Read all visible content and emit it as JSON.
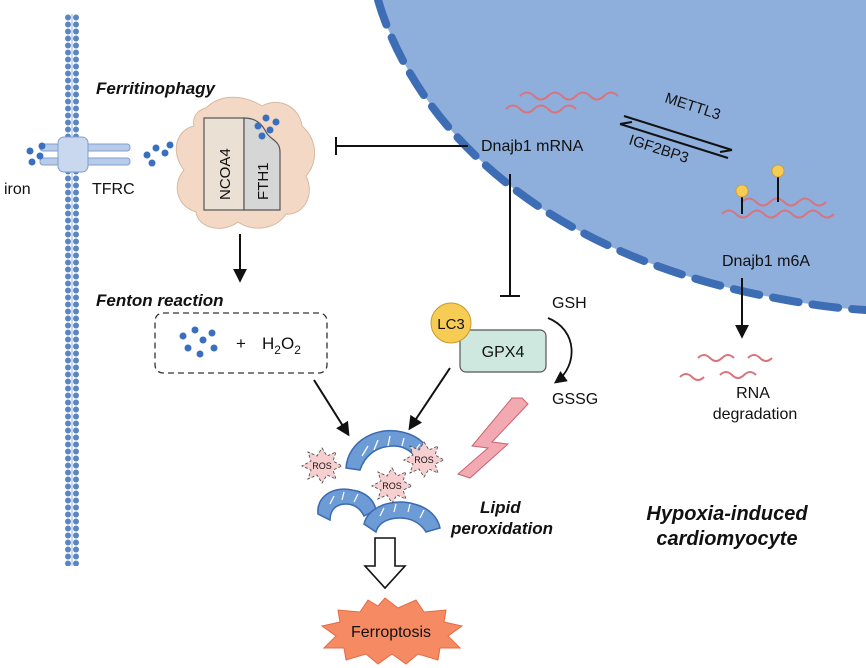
{
  "labels": {
    "ferritinophagy": "Ferritinophagy",
    "ncoa4": "NCOA4",
    "fth1": "FTH1",
    "iron": "iron",
    "tfrc": "TFRC",
    "fenton": "Fenton reaction",
    "plus": "+",
    "h2o2_h": "H",
    "h2o2_2a": "2",
    "h2o2_o": "O",
    "h2o2_2b": "2",
    "dnajb1_mrna": "Dnajb1 mRNA",
    "mettl3": "METTL3",
    "igf2bp3": "IGF2BP3",
    "dnajb1_m6a": "Dnajb1 m6A",
    "rna": "RNA",
    "degradation": "degradation",
    "lc3": "LC3",
    "gpx4": "GPX4",
    "gsh": "GSH",
    "gssg": "GSSG",
    "ros": "ROS",
    "lipid": "Lipid",
    "peroxidation": "peroxidation",
    "hypoxia_l1": "Hypoxia-induced",
    "hypoxia_l2": "cardiomyocyte",
    "ferroptosis": "Ferroptosis"
  },
  "colors": {
    "nucleus": "#8eaedb",
    "nucleus_pore": "#3d6db5",
    "membrane": "#4f7fc0",
    "iron_dot": "#3a6fc0",
    "autophagosome": "#f3d9c5",
    "gpx4_box": "#cfe8df",
    "lc3_circle": "#f7cc55",
    "rna_wave": "#d9747f",
    "m6a_dot": "#f7cc55",
    "ferroptosis": "#f58a63",
    "lightning": "#f2a9b1",
    "ros_star": "#f8cfd0"
  }
}
